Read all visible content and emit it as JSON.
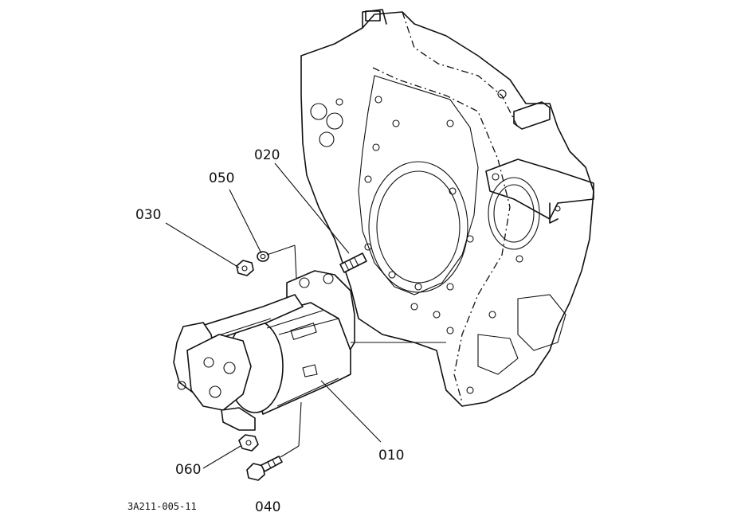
{
  "drawing_code": "3A211-005-11",
  "callouts": [
    {
      "id": "010",
      "text": "010"
    },
    {
      "id": "020",
      "text": "020"
    },
    {
      "id": "030",
      "text": "030"
    },
    {
      "id": "040",
      "text": "040"
    },
    {
      "id": "050",
      "text": "050"
    },
    {
      "id": "060",
      "text": "060"
    }
  ]
}
